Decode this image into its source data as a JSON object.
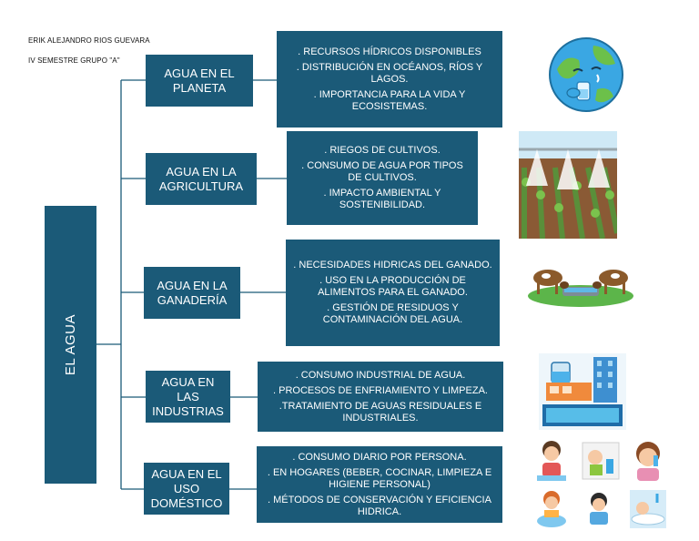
{
  "header": {
    "author": "ERIK ALEJANDRO RIOS GUEVARA",
    "group": "IV SEMESTRE GRUPO \"A\""
  },
  "root": "EL AGUA",
  "branches": [
    {
      "title": "AGUA EN EL PLANETA",
      "details": [
        ". RECURSOS HÍDRICOS DISPONIBLES",
        ". DISTRIBUCIÓN EN OCÉANOS, RÍOS Y LAGOS.",
        ". IMPORTANCIA PARA LA VIDA Y ECOSISTEMAS."
      ]
    },
    {
      "title": "AGUA EN LA AGRICULTURA",
      "details": [
        ". RIEGOS DE CULTIVOS.",
        ". CONSUMO DE AGUA POR TIPOS DE CULTIVOS.",
        ". IMPACTO AMBIENTAL Y SOSTENIBILIDAD."
      ]
    },
    {
      "title": "AGUA EN LA GANADERÍA",
      "details": [
        ". NECESIDADES HIDRICAS DEL GANADO.",
        ". USO EN LA PRODUCCIÓN DE ALIMENTOS PARA EL GANADO.",
        ". GESTIÓN DE RESIDUOS Y CONTAMINACIÓN DEL AGUA."
      ]
    },
    {
      "title": "AGUA EN LAS INDUSTRIAS",
      "details": [
        ". CONSUMO INDUSTRIAL DE AGUA.",
        ". PROCESOS DE ENFRIAMIENTO Y LIMPEZA.",
        ".TRATAMIENTO DE AGUAS RESIDUALES E INDUSTRIALES."
      ]
    },
    {
      "title": "AGUA EN EL USO DOMÉSTICO",
      "details": [
        ". CONSUMO DIARIO POR PERSONA.",
        ". EN HOGARES (BEBER, COCINAR, LIMPIEZA E HIGIENE PERSONAL)",
        ". MÉTODOS DE CONSERVACIÓN Y EFICIENCIA HIDRICA."
      ]
    }
  ],
  "colors": {
    "box": "#1b5a78",
    "line": "#1b5a78",
    "text": "#ffffff"
  },
  "illustrations": [
    "sad-earth-drinking-water-icon",
    "crop-irrigation-icon",
    "cows-drinking-water-icon",
    "industry-water-tank-icon",
    "household-water-use-icon"
  ]
}
